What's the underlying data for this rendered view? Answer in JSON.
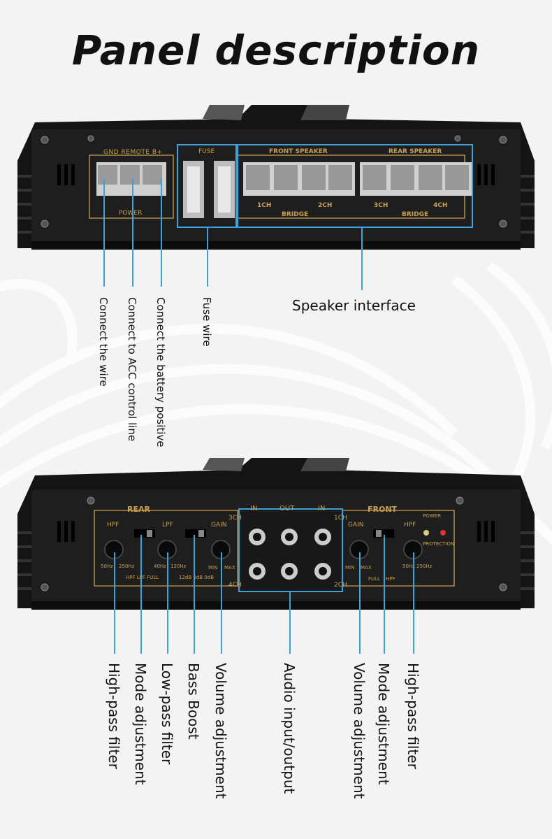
{
  "title": "Panel description",
  "top_panel": {
    "terminal_labels": [
      "GND",
      "REMOTE",
      "B+"
    ],
    "power_label": "POWER",
    "fuse_label": "FUSE",
    "front_speaker_label": "FRONT SPEAKER",
    "rear_speaker_label": "REAR SPEAKER",
    "channels": [
      "1CH",
      "2CH",
      "3CH",
      "4CH"
    ],
    "bridge_label": "BRIDGE"
  },
  "top_callouts": {
    "gnd": "Connect the wire",
    "remote": "Connect to ACC control line",
    "bplus": "Connect the battery positive",
    "fuse": "Fuse wire",
    "speaker": "Speaker interface"
  },
  "bottom_panel": {
    "rear_label": "REAR",
    "front_label": "FRONT",
    "in_label": "IN",
    "out_label": "OUT",
    "ch3": "3CH",
    "ch1": "1CH",
    "ch4": "4CH",
    "ch2": "2CH",
    "hpf": "HPF",
    "lpf": "LPF",
    "gain": "GAIN",
    "power": "POWER",
    "protection": "PROTECTION",
    "hz50": "50Hz",
    "hz250": "250Hz",
    "hz40": "40Hz",
    "hz120": "120Hz",
    "min": "MIN",
    "max": "MAX",
    "mode_rear": "HPF LPF FULL",
    "bass": "12dB 6dB 0dB",
    "full": "FULL",
    "hpf_small": "HPF"
  },
  "bottom_callouts": {
    "hpf_rear": "High-pass filter",
    "mode_rear": "Mode adjustment",
    "lpf": "Low-pass filter",
    "bass": "Bass Boost",
    "vol_rear": "Volume adjustment",
    "audio": "Audio input/output",
    "vol_front": "Volume adjustment",
    "mode_front": "Mode adjustment",
    "hpf_front": "High-pass filter"
  },
  "colors": {
    "accent": "#3aa3de",
    "panel": "#1c1c1c",
    "gold": "#c8a050"
  }
}
